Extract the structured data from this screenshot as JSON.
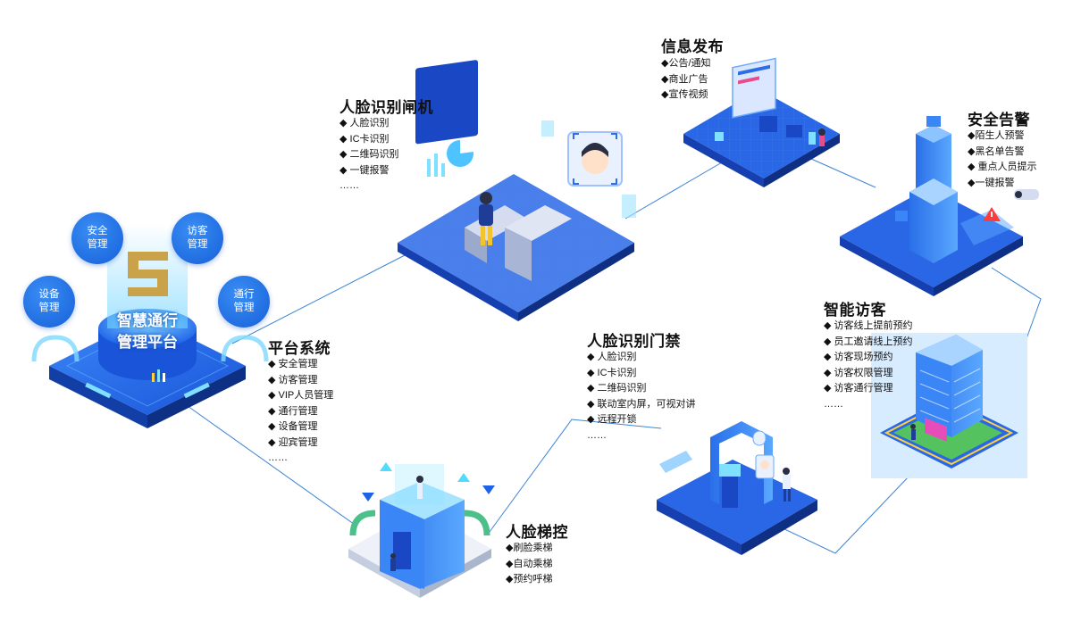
{
  "hub": {
    "label_line1": "智慧通行",
    "label_line2": "管理平台",
    "satellites": [
      {
        "id": "safety",
        "line1": "安全",
        "line2": "管理"
      },
      {
        "id": "visitor",
        "line1": "访客",
        "line2": "管理"
      },
      {
        "id": "device",
        "line1": "设备",
        "line2": "管理"
      },
      {
        "id": "passage",
        "line1": "通行",
        "line2": "管理"
      }
    ]
  },
  "modules": {
    "platform": {
      "title": "平台系统",
      "items": [
        "◆ 安全管理",
        "◆ 访客管理",
        "◆ VIP人员管理",
        "◆ 通行管理",
        "◆ 设备管理",
        "◆ 迎宾管理",
        "……"
      ]
    },
    "gate": {
      "title": "人脸识别闸机",
      "items": [
        "◆ 人脸识别",
        "◆ IC卡识别",
        "◆ 二维码识别",
        "◆ 一键报警",
        "……"
      ]
    },
    "info": {
      "title": "信息发布",
      "items": [
        "◆公告/通知",
        "◆商业广告",
        "◆宣传视频"
      ]
    },
    "alarm": {
      "title": "安全告警",
      "items": [
        "◆陌生人预警",
        "◆黑名单告警",
        "◆ 重点人员提示",
        "◆一键报警"
      ]
    },
    "visitor": {
      "title": "智能访客",
      "items": [
        "◆ 访客线上提前预约",
        "◆ 员工邀请线上预约",
        "◆ 访客现场预约",
        "◆ 访客权限管理",
        "◆ 访客通行管理",
        "……"
      ]
    },
    "door": {
      "title": "人脸识别门禁",
      "items": [
        "◆ 人脸识别",
        "◆ IC卡识别",
        "◆ 二维码识别",
        "◆ 联动室内屏，可视对讲",
        "◆ 远程开锁",
        "……"
      ]
    },
    "elevator": {
      "title": "人脸梯控",
      "items": [
        "◆刷脸乘梯",
        "◆自动乘梯",
        "◆预约呼梯"
      ]
    }
  },
  "colors": {
    "primary": "#1d62e8",
    "light": "#4ea3ff",
    "line": "#3b84d6",
    "gold": "#c9a24a"
  }
}
